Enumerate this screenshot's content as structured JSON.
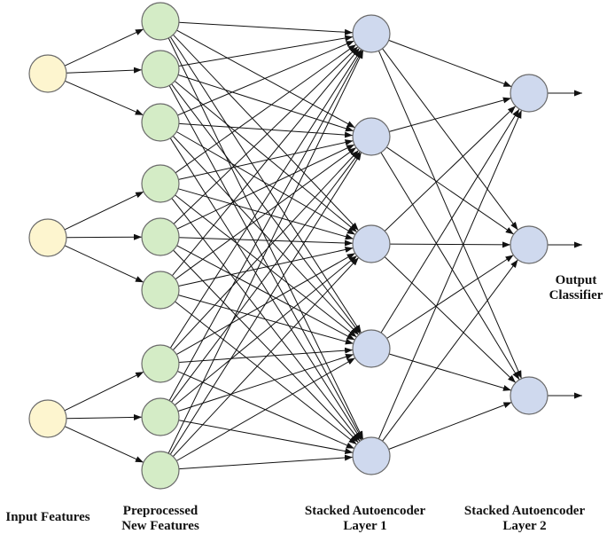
{
  "diagram": {
    "layers": [
      {
        "id": "input",
        "label_lines": [
          "Input Features"
        ],
        "node_count": 3,
        "color": "#fdf5cf",
        "stroke": "#6b6b6b"
      },
      {
        "id": "preprocessed",
        "label_lines": [
          "Preprocessed",
          "New Features"
        ],
        "node_count": 9,
        "color": "#d4ecc6",
        "stroke": "#6b6b6b"
      },
      {
        "id": "ae1",
        "label_lines": [
          "Stacked Autoencoder",
          "Layer 1"
        ],
        "node_count": 5,
        "color": "#cfd9ee",
        "stroke": "#6b6b6b"
      },
      {
        "id": "ae2",
        "label_lines": [
          "Stacked Autoencoder",
          "Layer 2"
        ],
        "node_count": 3,
        "color": "#cfd9ee",
        "stroke": "#6b6b6b"
      }
    ],
    "output": {
      "label_lines": [
        "Output",
        "Classifier"
      ],
      "arrow_count": 3
    },
    "connections": {
      "input_to_preprocessed": "each input node feeds 3 preprocessed nodes",
      "preprocessed_to_ae1": "fully connected",
      "ae1_to_ae2": "fully connected"
    },
    "edge_color": "#111111"
  }
}
